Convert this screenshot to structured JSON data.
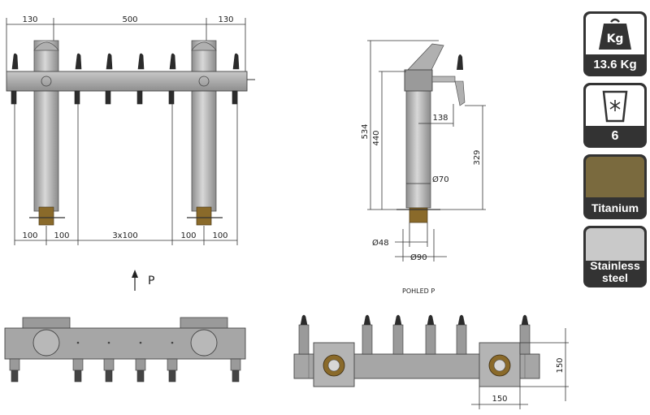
{
  "front_view": {
    "dim_top": [
      "130",
      "500",
      "130"
    ],
    "dim_bottom": [
      "100",
      "100",
      "3x100",
      "100",
      "100"
    ]
  },
  "side_view": {
    "dim_534": "534",
    "dim_440": "440",
    "dim_138": "138",
    "dim_329": "329",
    "dim_d70": "Ø70",
    "dim_d48": "Ø48",
    "dim_d90": "Ø90"
  },
  "direction": {
    "arrow_label": "P",
    "view_caption": "POHLED P"
  },
  "bottom_right": {
    "dim_150_v": "150",
    "dim_150_h": "150"
  },
  "badges": {
    "weight": {
      "icon_text": "Kg",
      "label": "13.6 Kg",
      "icon": "weight-icon"
    },
    "cooling": {
      "label": "6",
      "icon": "ice-cup-icon"
    },
    "titanium": {
      "label": "Titanium",
      "swatch": "#7a6a3e"
    },
    "steel": {
      "label": "Stainless steel",
      "swatch": "#c9c9c9"
    }
  },
  "colors": {
    "badge_dark": "#333333",
    "steel": "#a8a8a8",
    "brass": "#8a6a2a"
  }
}
